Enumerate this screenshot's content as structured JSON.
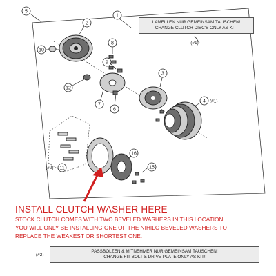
{
  "notes": {
    "top": {
      "line_de": "LAMELLEN NUR GEMEINSAM TAUSCHEN!",
      "line_en": "CHANGE CLUTCH DISC'S ONLY AS KIT!",
      "ref": "(#1)"
    },
    "bottom": {
      "ref": "(#2)",
      "line_de": "PASSBOLZEN & MITNEHMER NUR GEMEINSAM TAUSCHEN!",
      "line_en": "CHANGE FIT BOLT & DRIVE PLATE ONLY AS KIT!"
    }
  },
  "callout": {
    "heading": "INSTALL CLUTCH WASHER HERE",
    "lines": [
      "STOCK CLUTCH COMES WITH TWO BEVELED WASHERS IN THIS LOCATION.",
      "YOU WILL ONLY BE INSTALLING ONE OF THE NIHILO BEVELED WASHERS TO",
      "REPLACE THE WEAKEST OR SHORTEST ONE."
    ],
    "arrow_color": "#d11f1f"
  },
  "part_numbers": {
    "p5": "5",
    "p1": "1",
    "p2": "2",
    "p10": "10",
    "p8": "8",
    "p9": "9",
    "p12": "12",
    "p7": "7",
    "p6": "6",
    "p3": "3",
    "p4": "4",
    "p4_ref": "(#1)",
    "p16": "16",
    "p15": "15",
    "p11": "11",
    "p11_ref": "(#2)",
    "top_ref": "(#1)"
  }
}
